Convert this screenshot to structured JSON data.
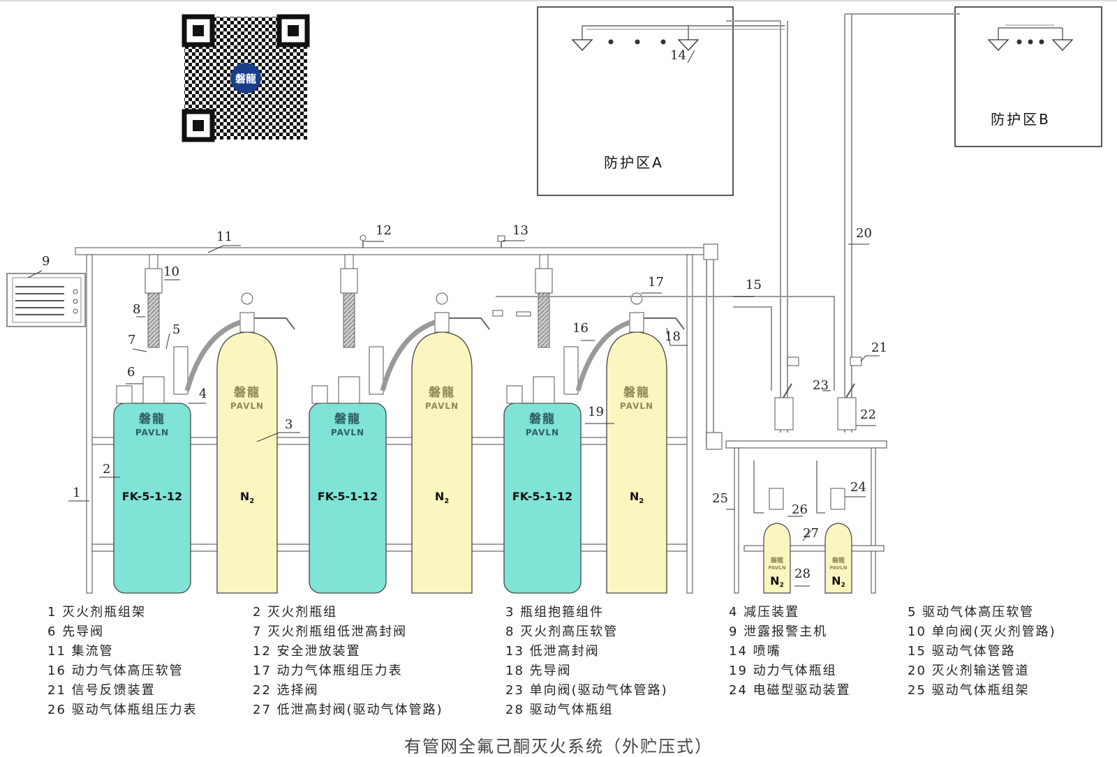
{
  "colors": {
    "agent_cylinder": "#7fe3d6",
    "n2_cylinder": "#fbf6bf",
    "brand": "#2f5e67",
    "pipe": "#888888",
    "line": "#333333"
  },
  "qr_logo_text": "磐龍",
  "zones": {
    "a": "防护区A",
    "b": "防护区B"
  },
  "cylinders": {
    "agent_label": "FK-5-1-12",
    "n2_label": "N",
    "n2_subscript": "2",
    "brand_cn": "磐龍",
    "brand_en": "PAVLN"
  },
  "callouts": [
    "1",
    "2",
    "3",
    "4",
    "5",
    "6",
    "7",
    "8",
    "9",
    "10",
    "11",
    "12",
    "13",
    "14",
    "15",
    "16",
    "17",
    "18",
    "19",
    "20",
    "21",
    "22",
    "23",
    "24",
    "25",
    "26",
    "27",
    "28"
  ],
  "legend": [
    "1 灭火剂瓶组架",
    "2 灭火剂瓶组",
    "3 瓶组抱箍组件",
    "4 减压装置",
    "5 驱动气体高压软管",
    "6 先导阀",
    "7 灭火剂瓶组低泄高封阀",
    "8 灭火剂高压软管",
    "9 泄露报警主机",
    "10 单向阀(灭火剂管路)",
    "11 集流管",
    "12 安全泄放装置",
    "13 低泄高封阀",
    "14 喷嘴",
    "15 驱动气体管路",
    "16 动力气体高压软管",
    "17 动力气体瓶组压力表",
    "18 先导阀",
    "19 动力气体瓶组",
    "20 灭火剂输送管道",
    "21 信号反馈装置",
    "22 选择阀",
    "23 单向阀(驱动气体管路)",
    "24 电磁型驱动装置",
    "25 驱动气体瓶组架",
    "26 驱动气体瓶组压力表",
    "27 低泄高封阀(驱动气体管路)",
    "28 驱动气体瓶组"
  ],
  "caption": "有管网全氟己酮灭火系统（外贮压式）"
}
